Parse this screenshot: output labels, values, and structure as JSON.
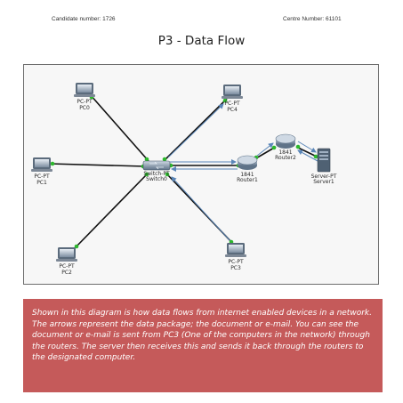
{
  "header": {
    "candidate": "Candidate number: 1726",
    "centre": "Centre Number:  61101"
  },
  "title": "P3 - Data Flow",
  "network": {
    "pcs": [
      {
        "type": "PC-PT",
        "name": "PC0"
      },
      {
        "type": "PC-PT",
        "name": "PC4"
      },
      {
        "type": "PC-PT",
        "name": "PC1"
      },
      {
        "type": "PC-PT",
        "name": "PC2"
      },
      {
        "type": "PC-PT",
        "name": "PC3"
      }
    ],
    "switch": {
      "type": "Switch-PT",
      "name": "Switch0"
    },
    "router1": {
      "type": "1841",
      "name": "Router1"
    },
    "router2": {
      "type": "1841",
      "name": "Router2"
    },
    "server": {
      "type": "Server-PT",
      "name": "Server1"
    }
  },
  "caption": "Shown in this diagram is how data flows from internet enabled devices in a network. The arrows represent the data package; the document or e-mail. You can see the document or e-mail is sent from PC3 (One of the computers in the network) through the routers. The server then receives this and sends it back through the routers to the designated computer.",
  "colors": {
    "caption_bg": "#c55a5a",
    "link": "#111111",
    "port": "#2db82d",
    "arrow": "#5a86b8"
  }
}
